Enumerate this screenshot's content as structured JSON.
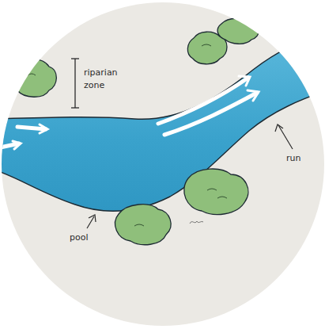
{
  "diagram": {
    "labels": [
      "riparian zone",
      "run",
      "pool"
    ]
  }
}
